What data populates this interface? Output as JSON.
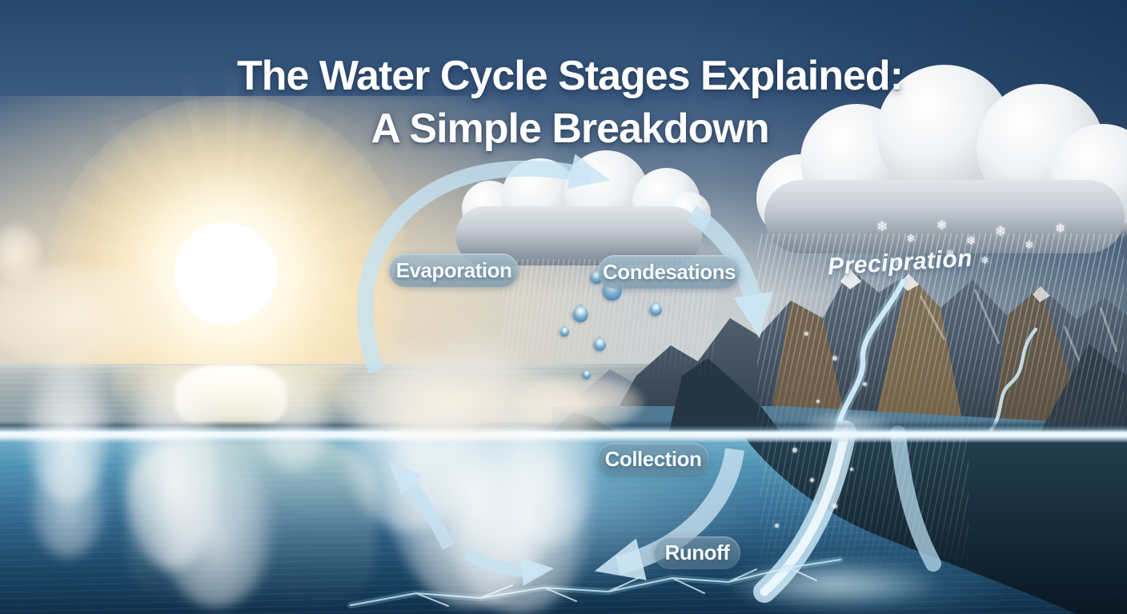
{
  "title": {
    "line1": "The Water Cycle Stages Explained:",
    "line2": "A Simple Breakdown"
  },
  "stages": [
    {
      "id": "evaporation",
      "label": "Evaporation"
    },
    {
      "id": "condensation",
      "label": "Condesations"
    },
    {
      "id": "precipitation",
      "label": "Precipration"
    },
    {
      "id": "collection",
      "label": "Collection"
    },
    {
      "id": "runoff",
      "label": "Runoff"
    }
  ],
  "icons": {
    "snowflake": "❄"
  },
  "colors": {
    "arrow": "#c8e3f4",
    "label_pill": "#8fafc2",
    "label_text": "#ffffff",
    "sky_top": "#20416a",
    "sun_glow": "#ffe9b8",
    "sea_surface": "#9aa7ad",
    "underwater_deep": "#0d2c46",
    "waterline_highlight": "#eef7fb"
  }
}
